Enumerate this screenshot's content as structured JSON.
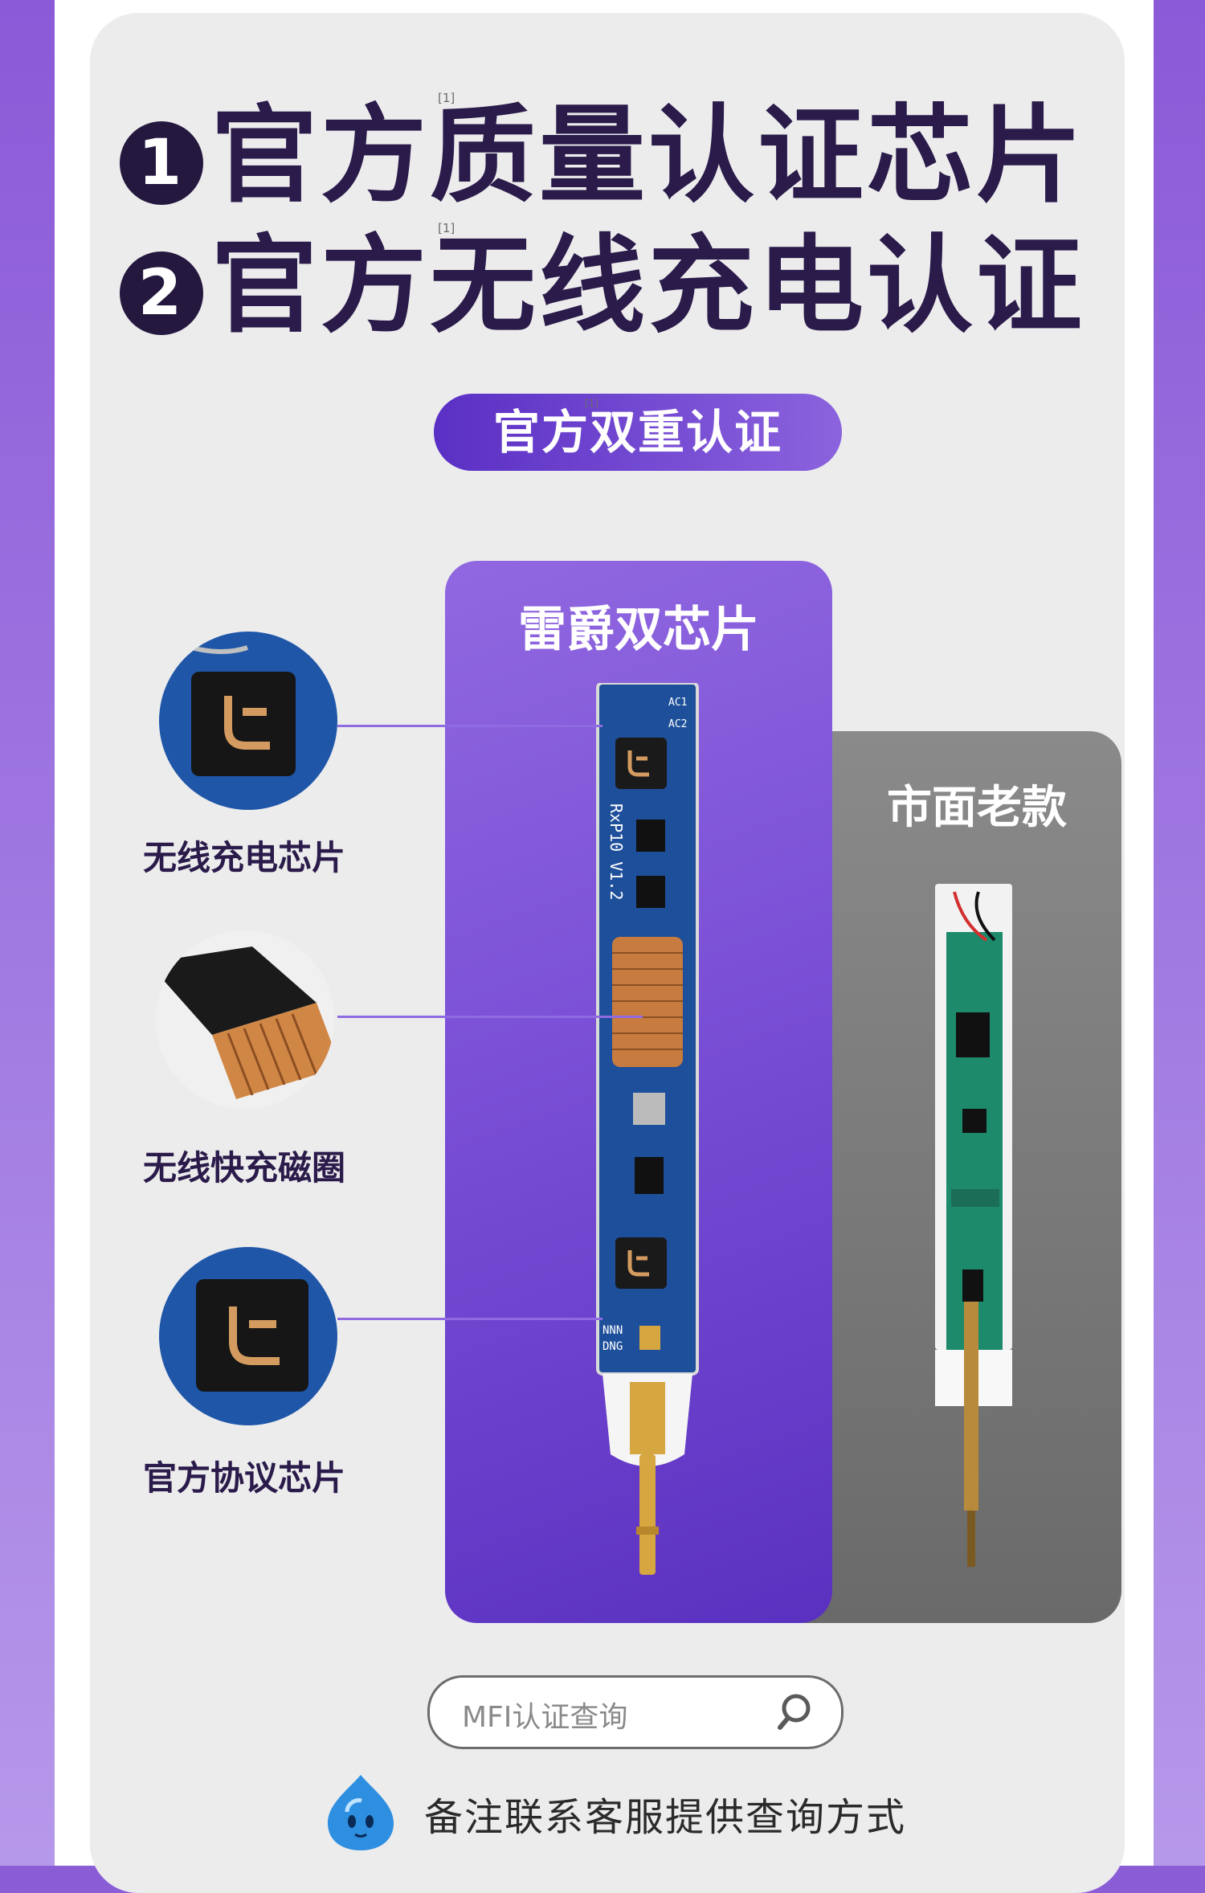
{
  "headline": {
    "line1_num": "1",
    "line1_text": "官方质量认证芯片",
    "line2_num": "2",
    "line2_text": "官方无线充电认证",
    "footnote_mark": "[1]"
  },
  "badge": {
    "label": "官方双重认证",
    "footnote_mark": "[1]"
  },
  "comparison": {
    "ours_title": "雷爵双芯片",
    "old_title": "市面老款",
    "board_text": [
      "AC1",
      "AC2",
      "RxP10 V1.2",
      "NNN",
      "DNG"
    ]
  },
  "features": [
    {
      "label": "无线充电芯片",
      "icon": "chip-icon"
    },
    {
      "label": "无线快充磁圈",
      "icon": "coil-icon"
    },
    {
      "label": "官方协议芯片",
      "icon": "chip-icon"
    }
  ],
  "search": {
    "placeholder": "MFI认证查询"
  },
  "note": {
    "text": "备注联系客服提供查询方式"
  },
  "colors": {
    "accent": "#7a4fd6",
    "dark_text": "#2a1b4a",
    "card_bg": "#ececed"
  }
}
